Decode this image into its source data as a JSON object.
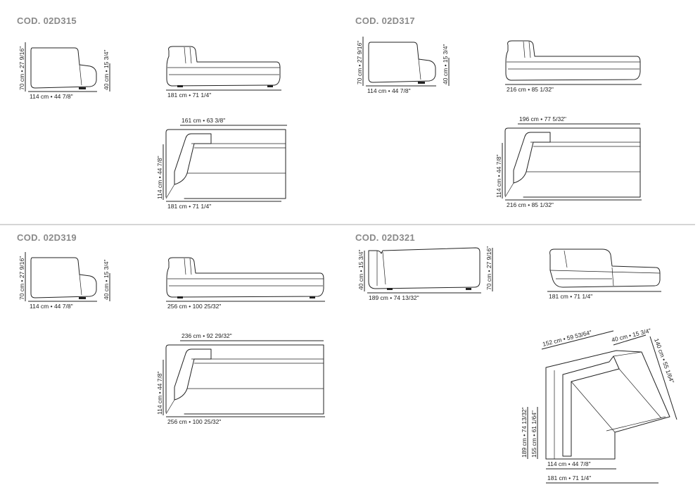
{
  "sections": [
    {
      "code": "COD. 02D315",
      "side_height": "70 cm • 27 9/16\"",
      "side_seat": "40 cm • 15 3/4\"",
      "side_depth": "114 cm • 44 7/8\"",
      "front_width": "181 cm • 71 1/4\"",
      "plan_inner": "161 cm • 63 3/8\"",
      "plan_depth": "114 cm • 44 7/8\"",
      "plan_width": "181 cm • 71 1/4\""
    },
    {
      "code": "COD. 02D317",
      "side_height": "70 cm • 27 9/16\"",
      "side_seat": "40 cm • 15 3/4\"",
      "side_depth": "114 cm • 44 7/8\"",
      "front_width": "216 cm • 85 1/32\"",
      "plan_inner": "196 cm • 77 5/32\"",
      "plan_depth": "114 cm • 44 7/8\"",
      "plan_width": "216 cm • 85 1/32\""
    },
    {
      "code": "COD. 02D319",
      "side_height": "70 cm • 27 9/16\"",
      "side_seat": "40 cm • 15 3/4\"",
      "side_depth": "114 cm • 44 7/8\"",
      "front_width": "256 cm • 100 25/32\"",
      "plan_inner": "236 cm • 92 29/32\"",
      "plan_depth": "114 cm • 44 7/8\"",
      "plan_width": "256 cm • 100 25/32\""
    }
  ],
  "corner": {
    "code": "COD. 02D321",
    "side_seat": "40 cm • 15 3/4\"",
    "side_height": "70 cm • 27 9/16\"",
    "side_width": "189 cm • 74 13/32\"",
    "front_width": "181 cm • 71 1/4\"",
    "plan_top": "152 cm • 59 53/64\"",
    "plan_top_right": "40 cm • 15 3/4\"",
    "plan_right": "140 cm • 55 1/64\"",
    "plan_left_outer": "189 cm • 74 13/32\"",
    "plan_left_inner": "155 cm • 61 1/64\"",
    "plan_bottom_inner": "114 cm • 44 7/8\"",
    "plan_bottom_outer": "181 cm • 71 1/4\""
  }
}
